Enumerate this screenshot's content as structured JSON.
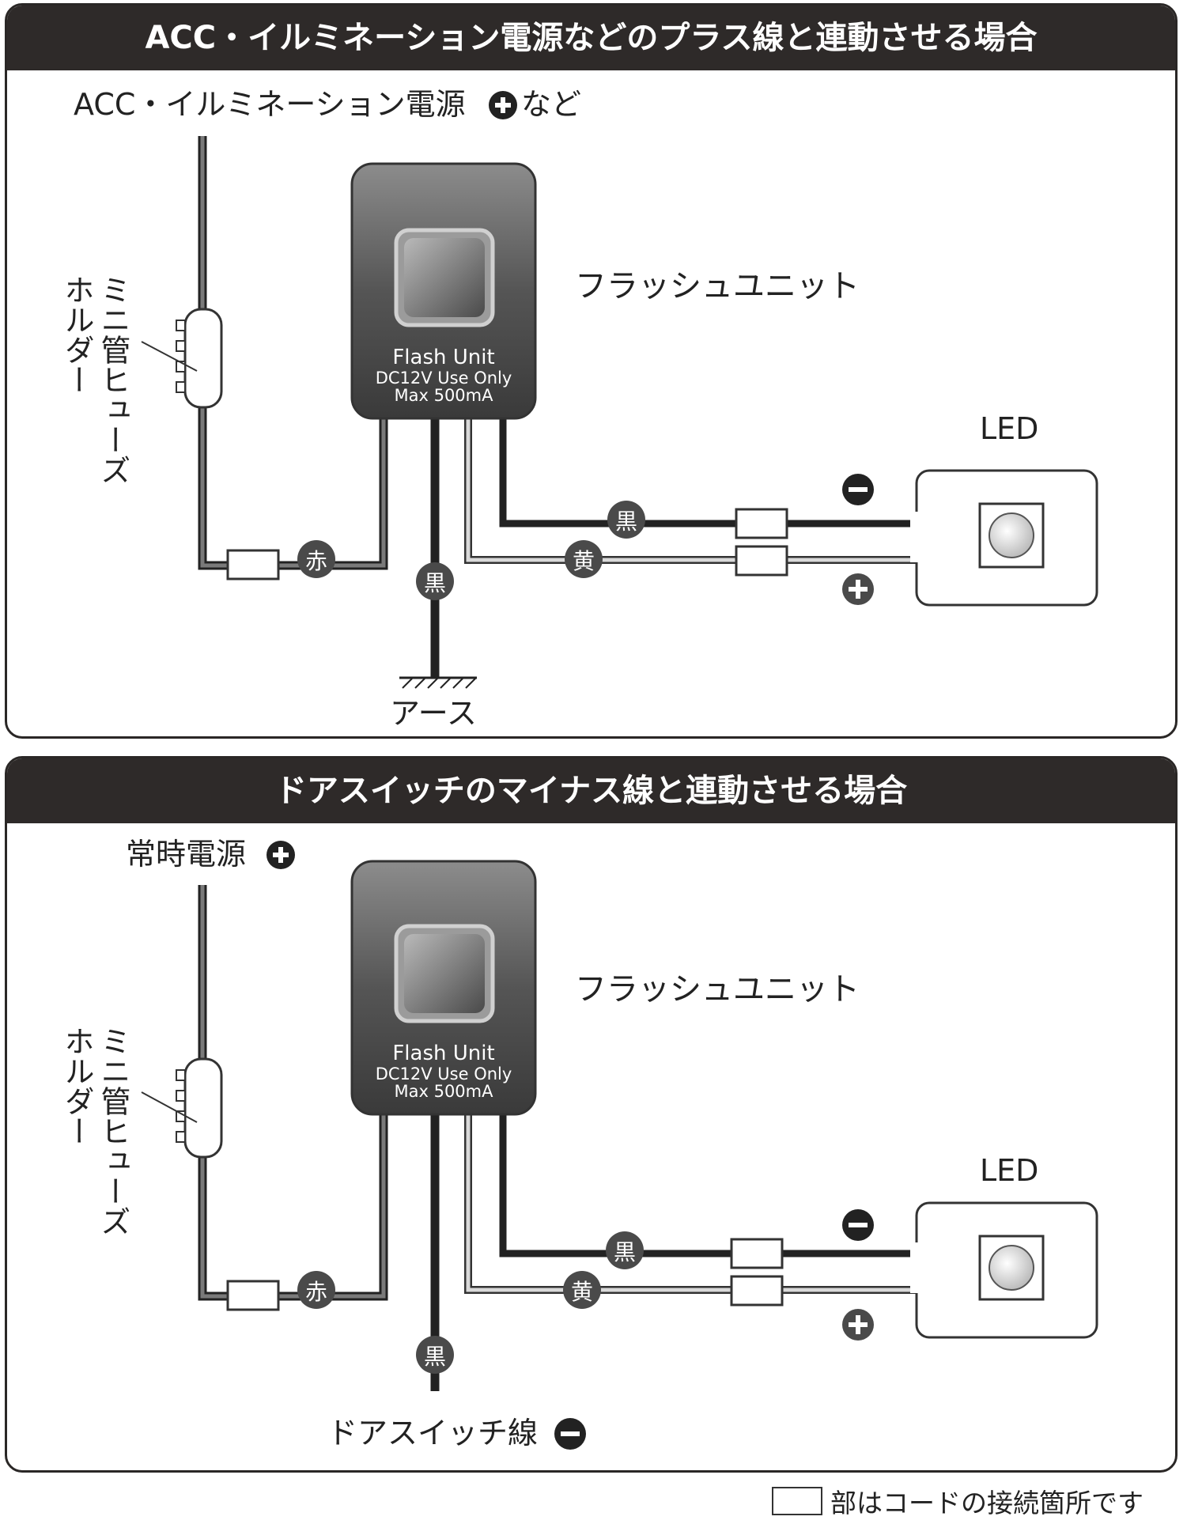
{
  "panel1": {
    "title": "ACC・イルミネーション電源などのプラス線と連動させる場合",
    "source_label": "ACC・イルミネーション電源",
    "source_suffix": "など",
    "fuse_label_line1": "ミニ管ヒューズ",
    "fuse_label_line2": "ホルダー",
    "unit_caption": "フラッシュユニット",
    "unit_text": [
      "Flash Unit",
      "DC12V Use Only",
      "Max 500mA"
    ],
    "led_label": "LED",
    "wire_red": "赤",
    "wire_black_ground": "黒",
    "wire_black_led": "黒",
    "wire_yellow": "黄",
    "ground_label": "アース"
  },
  "panel2": {
    "title": "ドアスイッチのマイナス線と連動させる場合",
    "source_label": "常時電源",
    "fuse_label_line1": "ミニ管ヒューズ",
    "fuse_label_line2": "ホルダー",
    "unit_caption": "フラッシュユニット",
    "unit_text": [
      "Flash Unit",
      "DC12V Use Only",
      "Max 500mA"
    ],
    "led_label": "LED",
    "wire_red": "赤",
    "wire_black_switch": "黒",
    "wire_black_led": "黒",
    "wire_yellow": "黄",
    "switch_label": "ドアスイッチ線"
  },
  "footnote": "部はコードの接続箇所です",
  "colors": {
    "title_bar": "#2e2a29",
    "wire_dark": "#222222",
    "wire_gray": "#555555",
    "wire_light": "#bcbcbc",
    "badge": "#4a4a4a",
    "unit_body": "#4f4f4f"
  }
}
